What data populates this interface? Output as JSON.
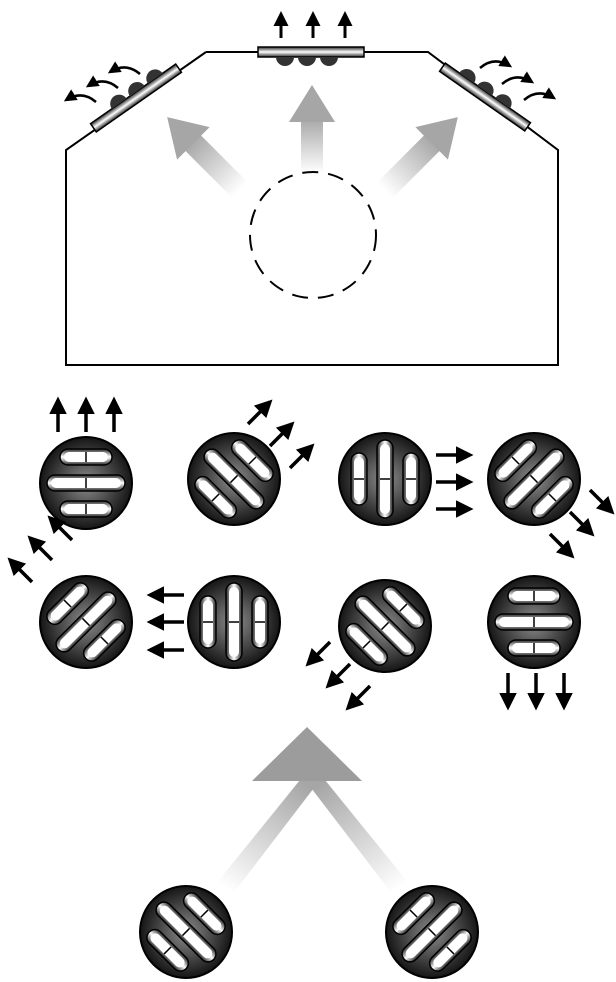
{
  "figure": {
    "colors": {
      "stroke": "#000000",
      "background": "#ffffff",
      "disc_dark": "#1a1a1a",
      "disc_light": "#8c8c8c",
      "arrow_grey": "#a6a6a6",
      "bar_fill": "#ffffff"
    },
    "icons": [
      "chamber-outline",
      "dashed-circle",
      "vesicle-disc",
      "direction-arrow",
      "curved-arrow",
      "funnel-arrow",
      "membrane-strip"
    ]
  }
}
